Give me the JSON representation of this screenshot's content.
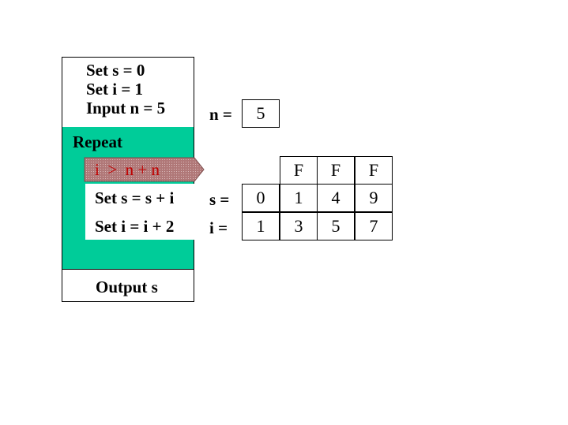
{
  "colors": {
    "loop_fill": "#00cc99",
    "condition_fill": "#b07878",
    "condition_text": "#c00000"
  },
  "init_block": {
    "lines": [
      "Set s = 0",
      "Set i = 1",
      "Input n = 5"
    ]
  },
  "loop": {
    "label": "Repeat",
    "condition": "i  >  n + n",
    "steps": [
      "Set s = s + i",
      "Set i = i + 2"
    ]
  },
  "output_block": {
    "label": "Output s"
  },
  "n_var": {
    "label": "n =",
    "value": "5"
  },
  "trace_table": {
    "condition_results": [
      "F",
      "F",
      "F"
    ],
    "s_row": {
      "label": "s =",
      "values": [
        "0",
        "1",
        "4",
        "9"
      ]
    },
    "i_row": {
      "label": "i =",
      "values": [
        "1",
        "3",
        "5",
        "7"
      ]
    }
  }
}
